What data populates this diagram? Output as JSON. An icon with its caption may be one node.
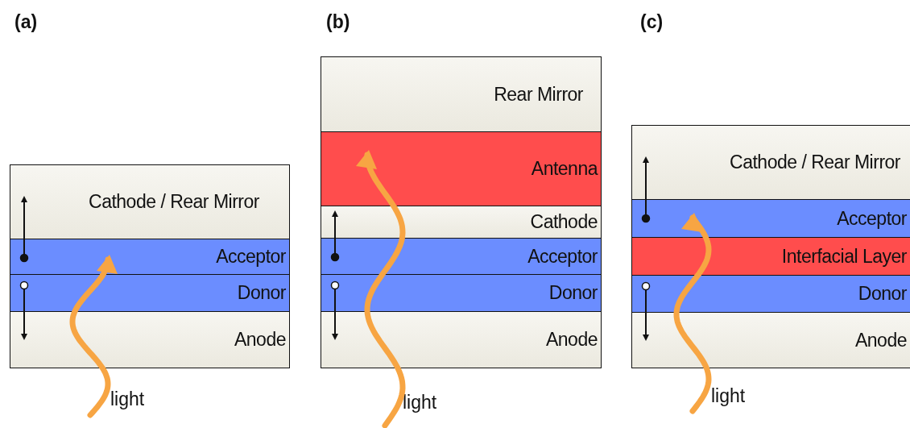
{
  "diagram": {
    "nodes": [
      {
        "text": [
          "Cathode / Rear Mirror"
        ]
      },
      {
        "text": [
          "Acceptor"
        ]
      },
      {
        "text": [
          "Donor"
        ]
      },
      {
        "text": [
          "Anode"
        ]
      },
      {
        "text": [
          "Rear Mirror"
        ]
      },
      {
        "text": [
          "Antenna"
        ]
      },
      {
        "text": [
          "Cathode"
        ]
      },
      {
        "text": [
          "Acceptor"
        ]
      },
      {
        "text": [
          "Donor"
        ]
      },
      {
        "text": [
          "Anode"
        ]
      },
      {
        "text": [
          "Cathode / Rear Mirror"
        ]
      },
      {
        "text": [
          "Acceptor"
        ]
      },
      {
        "text": [
          "Interfacial Layer"
        ]
      },
      {
        "text": [
          "Donor"
        ]
      },
      {
        "text": [
          "Anode"
        ]
      }
    ],
    "edges": [
      {
        "from": 1,
        "to": 0,
        "arrow": "to"
      },
      {
        "from": 2,
        "to": 3,
        "arrow": "to"
      },
      {
        "from": 7,
        "to": 6,
        "arrow": "to"
      },
      {
        "from": 8,
        "to": 9,
        "arrow": "to"
      },
      {
        "from": 11,
        "to": 10,
        "arrow": "to"
      },
      {
        "from": 13,
        "to": 14,
        "arrow": "to"
      }
    ],
    "labels": [
      "(a)",
      "light",
      "(b)",
      "light",
      "(c)",
      "light"
    ]
  }
}
